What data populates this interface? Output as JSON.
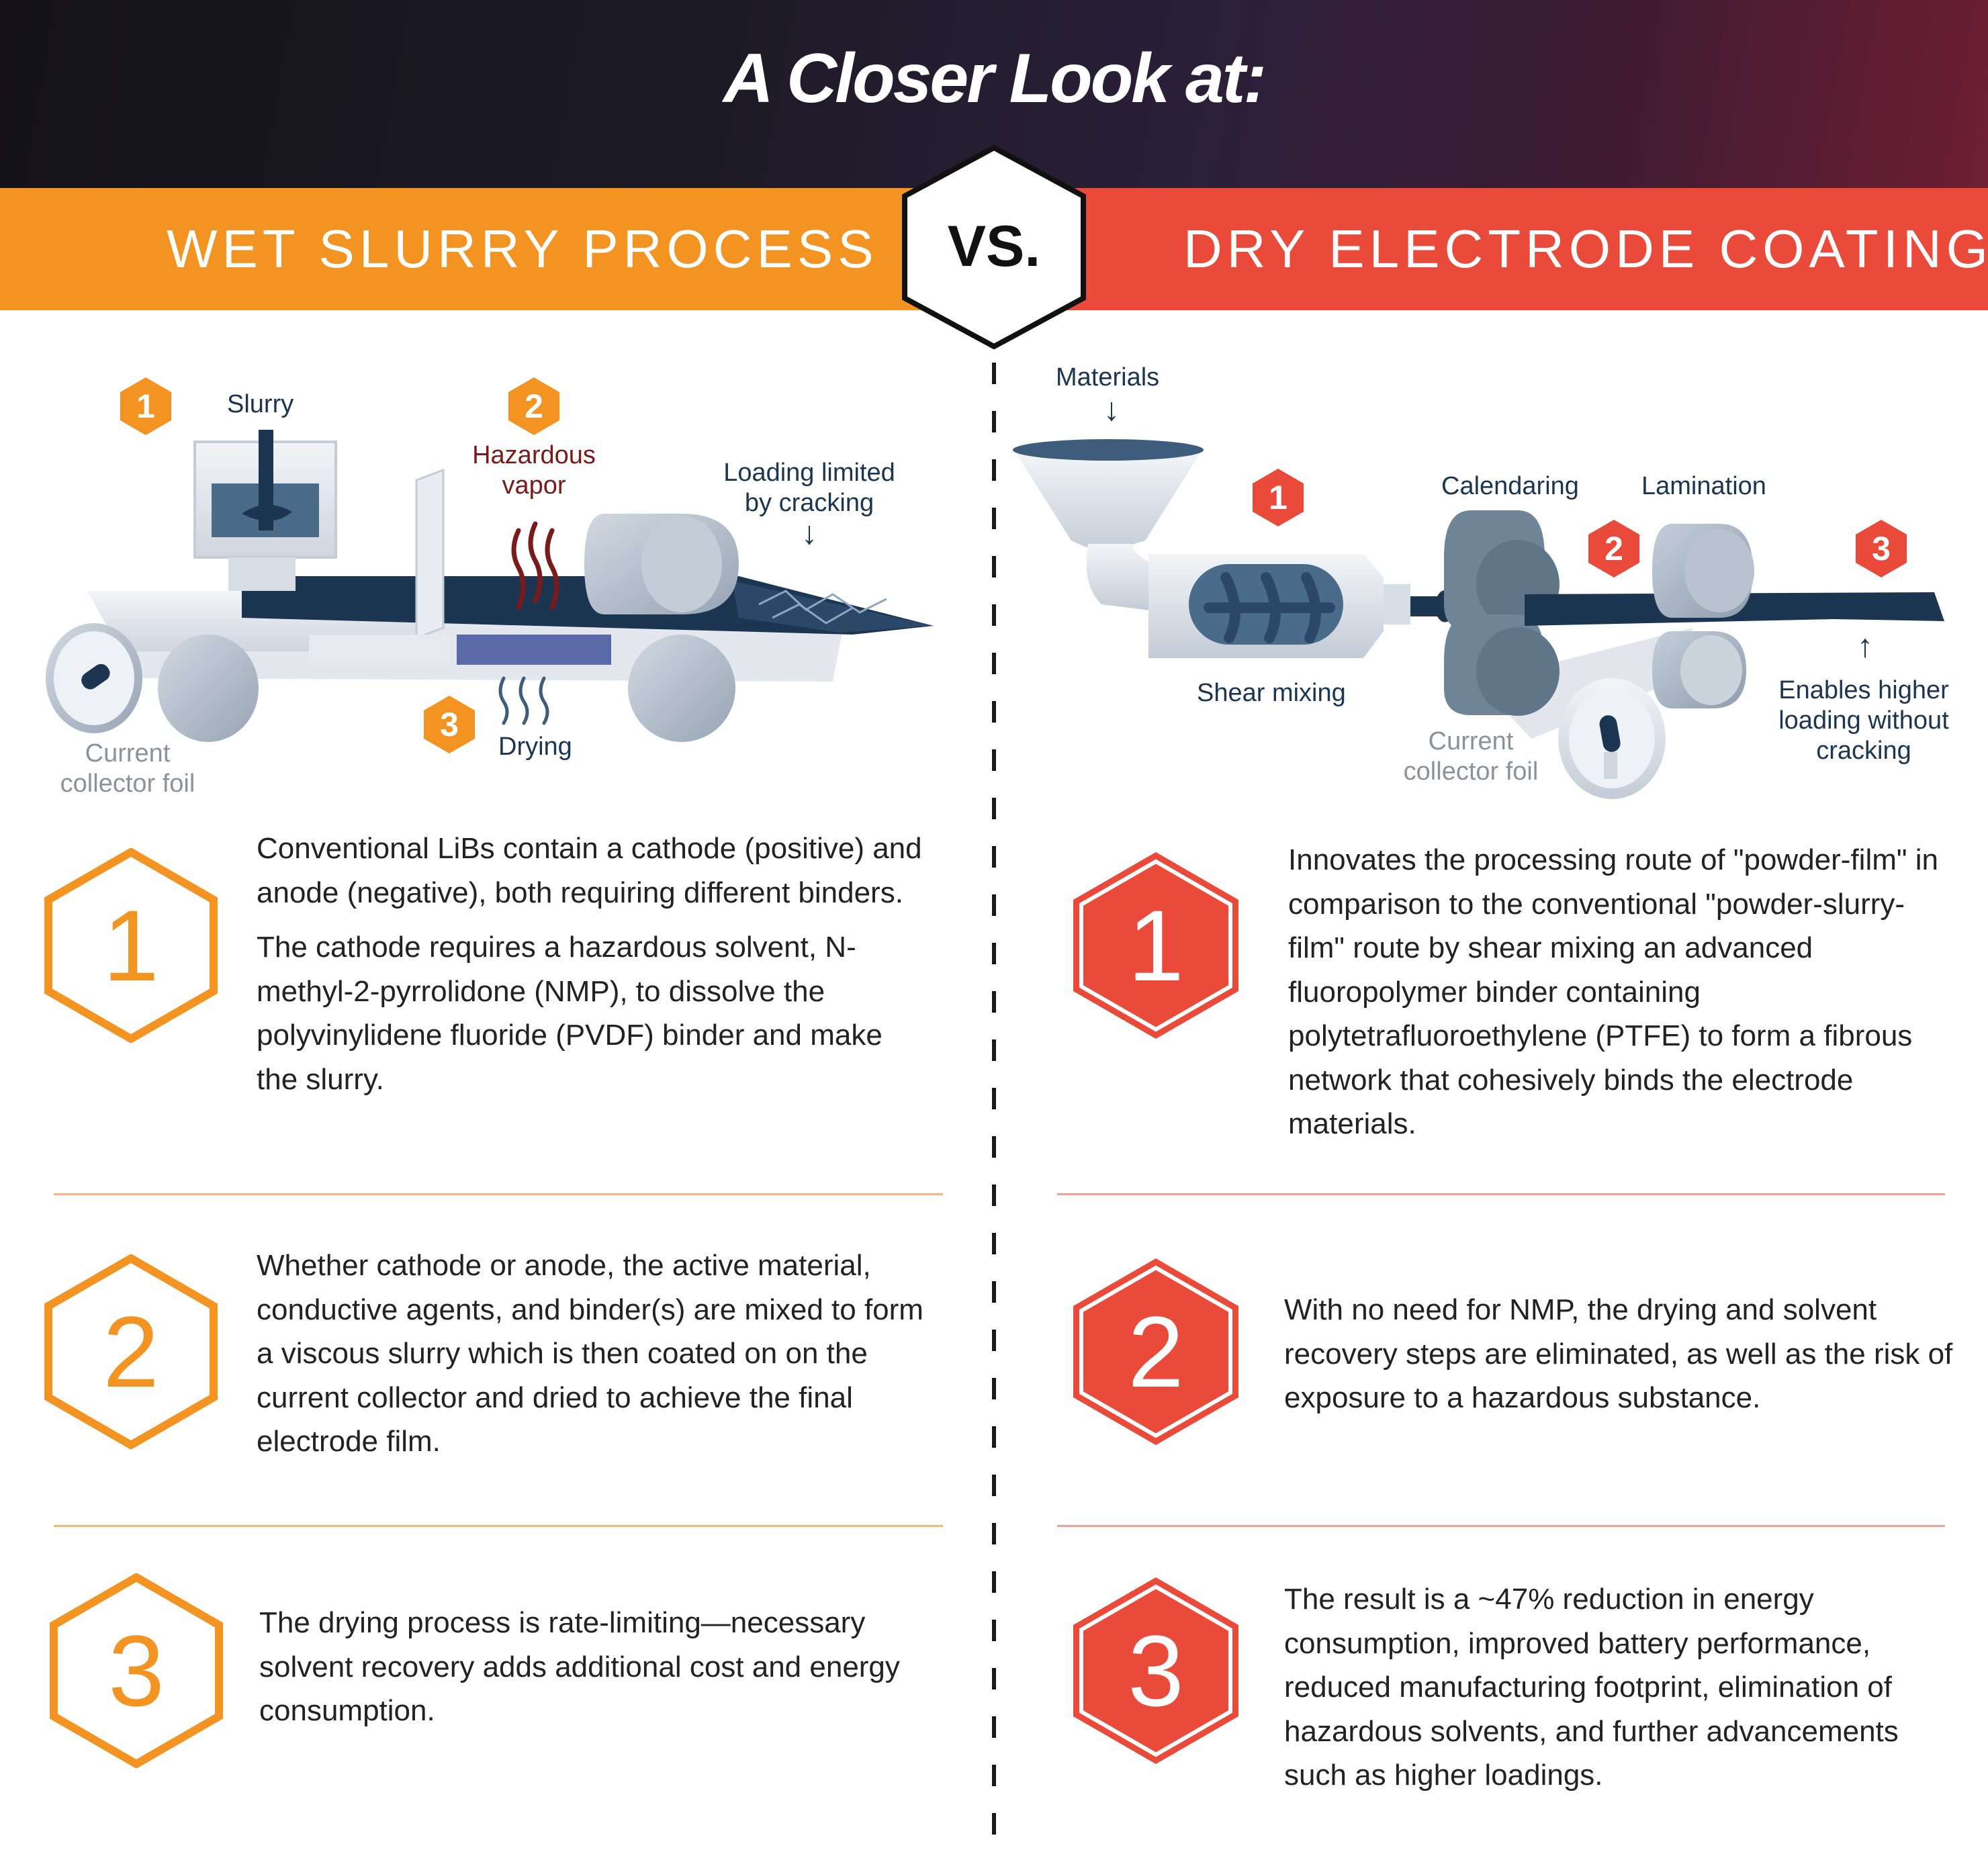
{
  "header": {
    "title": "A Closer Look at:",
    "vs_label": "VS.",
    "left_title": "WET SLURRY PROCESS",
    "right_title": "DRY ELECTRODE COATING"
  },
  "colors": {
    "wet_accent": "#f39322",
    "dry_accent": "#ea4a3a",
    "diagram_navy": "#1c3550",
    "roller_grey": "#b8c1cd"
  },
  "wet_diagram": {
    "slurry": "Slurry",
    "hazardous_vapor": [
      "Hazardous",
      "vapor"
    ],
    "loading_limited": [
      "Loading limited",
      "by cracking"
    ],
    "drying": "Drying",
    "current_collector": [
      "Current",
      "collector foil"
    ],
    "step_badges": [
      "1",
      "2",
      "3"
    ]
  },
  "dry_diagram": {
    "materials": "Materials",
    "calendaring": "Calendaring",
    "lamination": "Lamination",
    "shear_mixing": "Shear mixing",
    "current_collector": [
      "Current",
      "collector foil"
    ],
    "enables_higher": [
      "Enables higher",
      "loading without",
      "cracking"
    ],
    "step_badges": [
      "1",
      "2",
      "3"
    ]
  },
  "wet_steps": [
    {
      "number": "1",
      "paragraphs": [
        "Conventional LiBs contain a cathode (positive) and anode (negative), both requiring different binders.",
        "The cathode requires a hazardous solvent, N-methyl-2-pyrrolidone (NMP), to dissolve the polyvinylidene fluoride (PVDF) binder and make the slurry."
      ]
    },
    {
      "number": "2",
      "paragraphs": [
        "Whether cathode or anode, the active material, conductive agents, and binder(s) are mixed to form a viscous slurry which is then coated on on the current collector and dried to achieve the final electrode film."
      ]
    },
    {
      "number": "3",
      "paragraphs": [
        "The drying process is rate-limiting—necessary solvent recovery adds additional cost and energy consumption."
      ]
    }
  ],
  "dry_steps": [
    {
      "number": "1",
      "paragraphs": [
        "Innovates the processing route of \"powder-film\" in comparison to the conventional \"powder-slurry-film\" route by shear mixing an advanced fluoropolymer binder containing polytetrafluoroethylene (PTFE) to form a fibrous network that cohesively binds the electrode materials."
      ]
    },
    {
      "number": "2",
      "paragraphs": [
        "With no need for NMP, the drying and solvent recovery steps are eliminated, as well as the risk of exposure to a hazardous substance."
      ]
    },
    {
      "number": "3",
      "paragraphs": [
        "The result is a ~47% reduction in energy consumption, improved battery performance, reduced manufacturing footprint, elimination of hazardous solvents, and further advancements such as higher loadings."
      ]
    }
  ]
}
